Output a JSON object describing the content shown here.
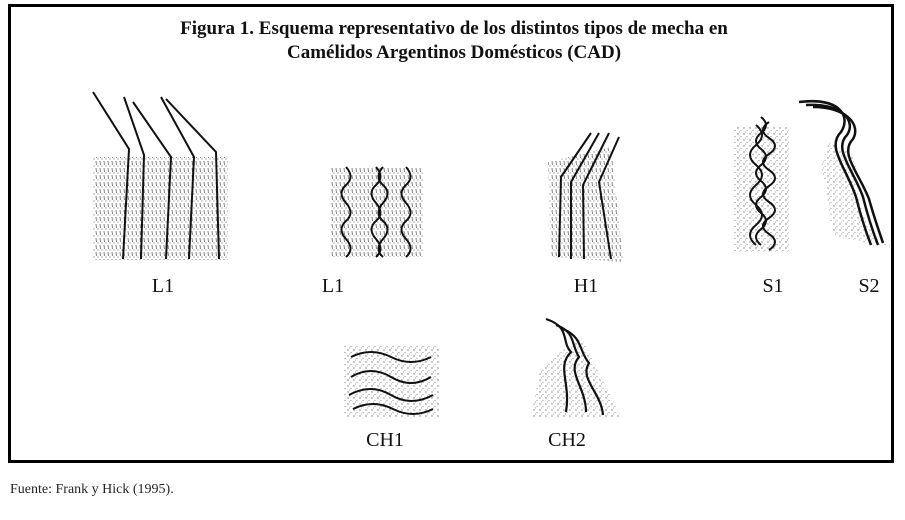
{
  "figure": {
    "title_line1": "Figura 1. Esquema representativo de los distintos tipos de mecha en",
    "title_line2": "Camélidos Argentinos Domésticos (CAD)",
    "labels": [
      "L1",
      "L1",
      "H1",
      "S1",
      "S2",
      "CH1",
      "CH2"
    ],
    "source": "Fuente: Frank y Hick (1995)."
  }
}
